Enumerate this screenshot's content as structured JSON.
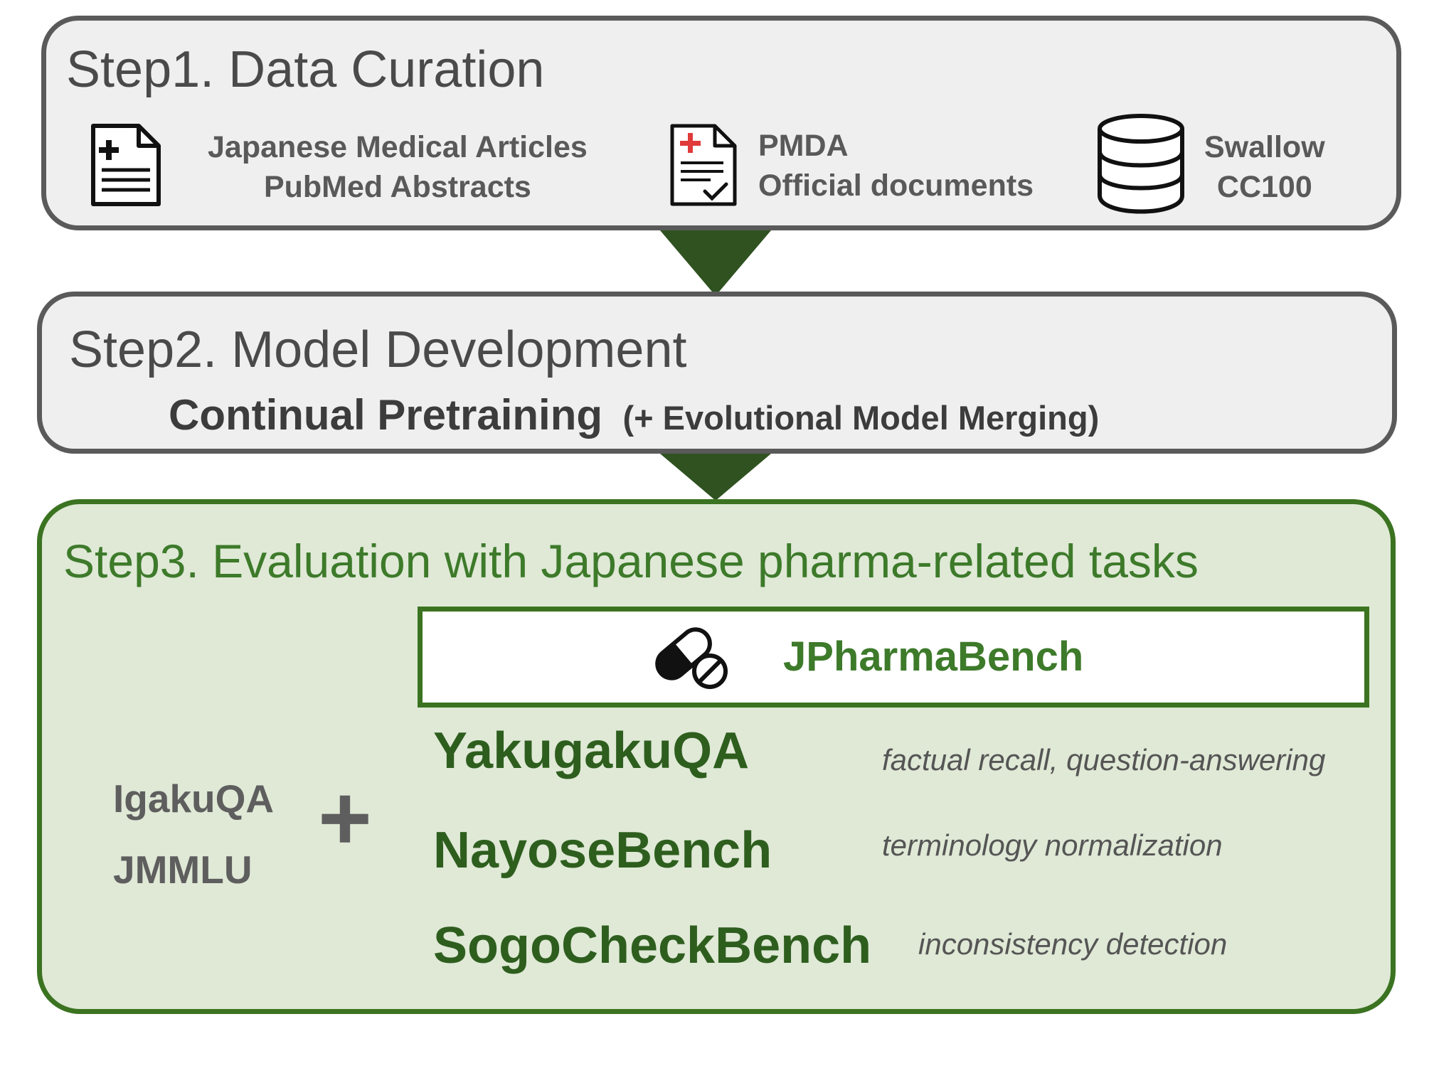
{
  "step1": {
    "title": "Step1. Data Curation",
    "sources": [
      {
        "icon": "medical-document-icon",
        "lines": [
          "Japanese Medical Articles",
          "PubMed Abstracts"
        ]
      },
      {
        "icon": "checked-document-icon",
        "lines": [
          "PMDA",
          "Official documents"
        ]
      },
      {
        "icon": "database-icon",
        "lines": [
          "Swallow",
          "CC100"
        ]
      }
    ]
  },
  "step2": {
    "title": "Step2. Model Development",
    "method": "Continual Pretraining",
    "note": "(+ Evolutional Model Merging)"
  },
  "step3": {
    "title": "Step3. Evaluation with Japanese pharma-related tasks",
    "suite": {
      "icon": "pill-icon",
      "name": "JPharmaBench"
    },
    "benchmarks": [
      {
        "name": "YakugakuQA",
        "description": "factual recall, question-answering"
      },
      {
        "name": "NayoseBench",
        "description": "terminology normalization"
      },
      {
        "name": "SogoCheckBench",
        "description": "inconsistency detection"
      }
    ],
    "existing": [
      "IgakuQA",
      "JMMLU"
    ],
    "plus": "+"
  },
  "colors": {
    "gray_border": "#5a5a5a",
    "green_border": "#3b7321",
    "green_fill": "#dfe9d6",
    "arrow": "#2f5220",
    "medical_cross": "#e03a3a"
  }
}
